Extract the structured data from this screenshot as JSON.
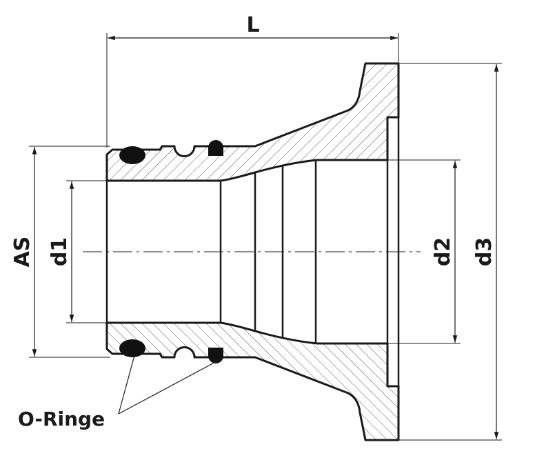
{
  "labels": {
    "length": "L",
    "spigot_diameter": "AS",
    "inner_diameter_1": "d1",
    "inner_diameter_2": "d2",
    "flange_diameter": "d3",
    "seals": "O-Ringe"
  },
  "colors": {
    "line": "#1a1a1a",
    "hatch": "#555555",
    "background": "#ffffff"
  }
}
